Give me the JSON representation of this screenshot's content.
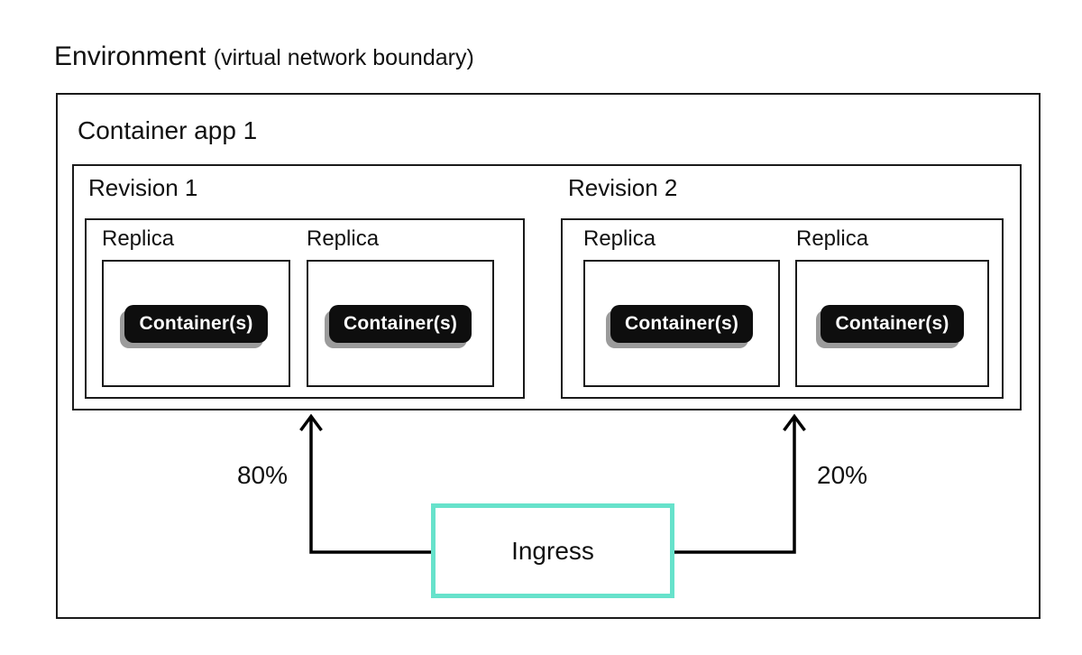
{
  "title": {
    "main": "Environment",
    "sub": "(virtual network boundary)"
  },
  "app": {
    "label": "Container app 1",
    "revisions": [
      {
        "label": "Revision 1",
        "replicas": [
          {
            "label": "Replica",
            "container_label": "Container(s)"
          },
          {
            "label": "Replica",
            "container_label": "Container(s)"
          }
        ]
      },
      {
        "label": "Revision 2",
        "replicas": [
          {
            "label": "Replica",
            "container_label": "Container(s)"
          },
          {
            "label": "Replica",
            "container_label": "Container(s)"
          }
        ]
      }
    ]
  },
  "traffic": {
    "to_revision_1": "80%",
    "to_revision_2": "20%"
  },
  "ingress": {
    "label": "Ingress"
  },
  "colors": {
    "ingress_border": "#67e2cb",
    "pill_bg": "#0e0e0e",
    "pill_shadow": "#9b9b9b",
    "box_border": "#1a1a1a",
    "arrow": "#000000"
  }
}
